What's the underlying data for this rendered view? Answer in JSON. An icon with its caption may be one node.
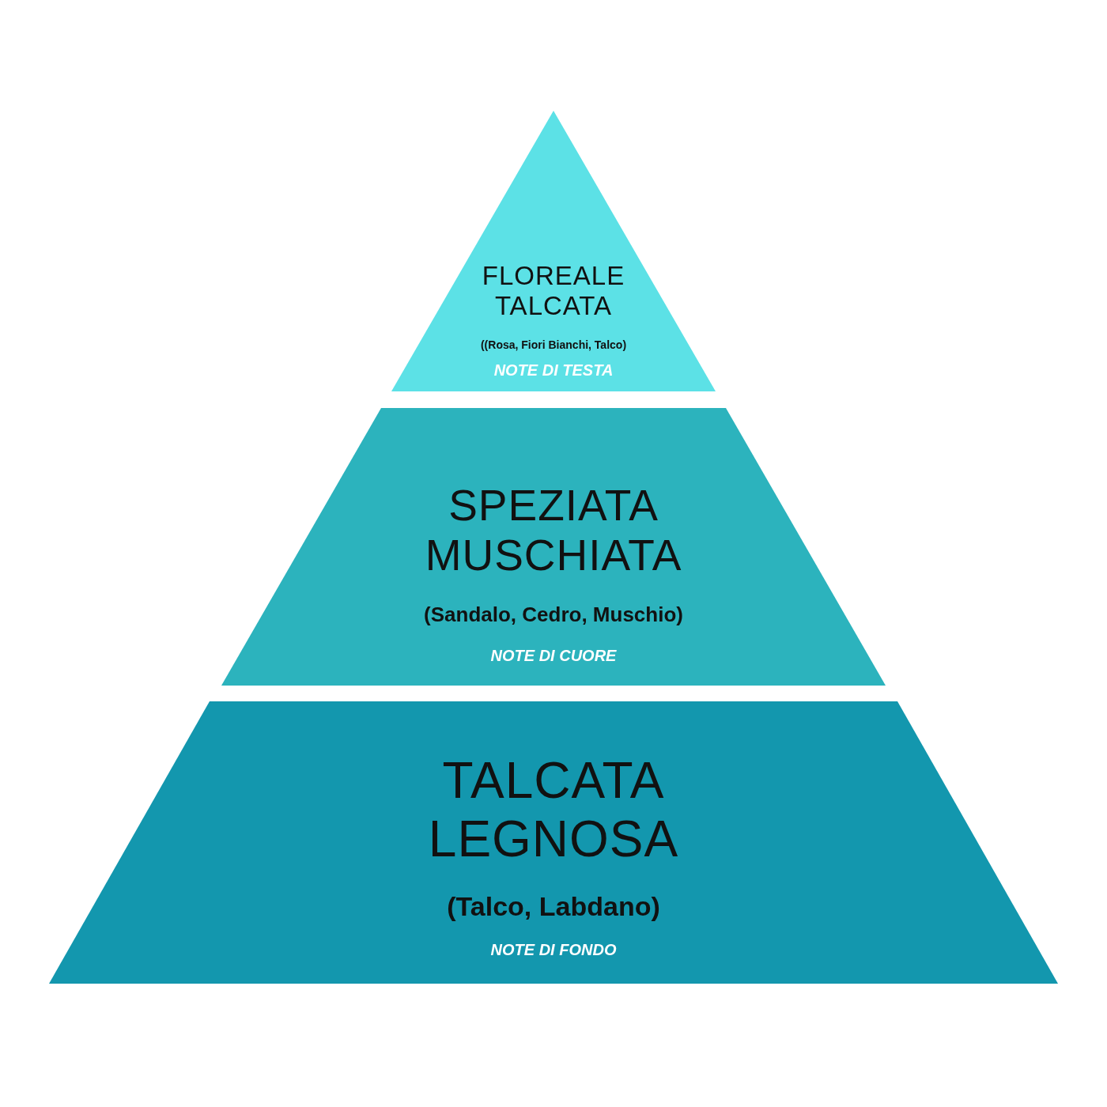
{
  "diagram": {
    "nodes": [
      {
        "text": [
          "FLOREALE TALCATA",
          "((Rosa, Fiori Bianchi, Talco)",
          "NOTE DI TESTA"
        ]
      },
      {
        "text": [
          "SPEZIATA MUSCHIATA",
          "(Sandalo, Cedro, Muschio)",
          "NOTE DI CUORE"
        ]
      },
      {
        "text": [
          "TALCATA LEGNOSA",
          "(Talco, Labdano)",
          "NOTE DI FONDO"
        ]
      }
    ]
  }
}
